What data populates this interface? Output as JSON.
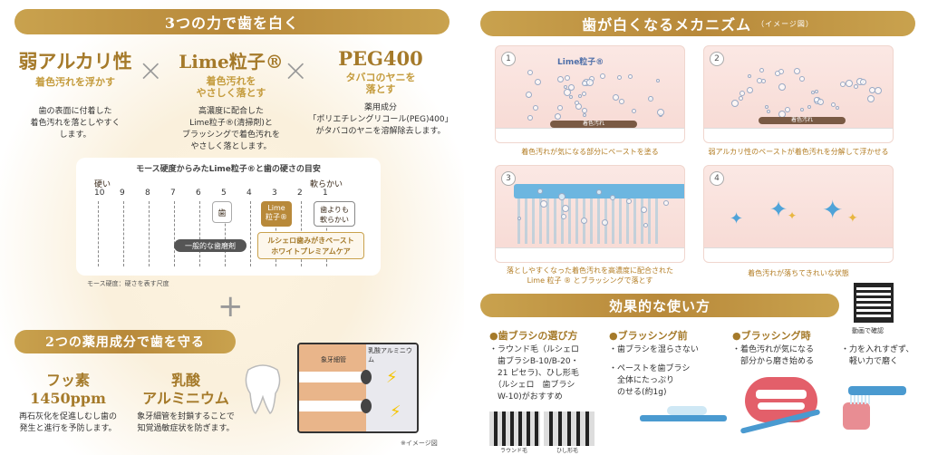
{
  "left": {
    "section1_title": "3つの力で歯を白く",
    "features": [
      {
        "title": "弱アルカリ性",
        "sub": "着色汚れを浮かす",
        "body": [
          "歯の表面に付着した",
          "着色汚れを落としやすく",
          "します。"
        ]
      },
      {
        "title": "Lime粒子®",
        "sub": "着色汚れを\nやさしく落とす",
        "body": [
          "高濃度に配合した",
          "Lime粒子®(清掃剤)と",
          "ブラッシングで着色汚れを",
          "やさしく落とします。"
        ]
      },
      {
        "title": "PEG400",
        "sub": "タバコのヤニを\n落とす",
        "body": [
          "薬用成分",
          "「ポリエチレングリコール(PEG)400」",
          "がタバコのヤニを溶解除去します。"
        ]
      }
    ],
    "times_symbol": "×",
    "mohs": {
      "title": "モース硬度からみたLime粒子®と歯の硬さの目安",
      "hard_label": "硬い",
      "soft_label": "軟らかい",
      "ticks": [
        "10",
        "9",
        "8",
        "7",
        "6",
        "5",
        "4",
        "3",
        "2",
        "1"
      ],
      "tooth_label": "歯",
      "lime_label": "Lime\n粒子®",
      "soft_box": "歯よりも\n軟らかい",
      "general_label": "一般的な歯磨剤",
      "product_label": "ルシェロ歯みがきペースト\nホワイトプレミアムケア",
      "footnote": "モース硬度：硬さを表す尺度"
    },
    "plus_symbol": "+",
    "section2_title": "2つの薬用成分で歯を守る",
    "ingredients": [
      {
        "title": "フッ素\n1450ppm",
        "body": [
          "再石灰化を促進しむし歯の",
          "発生と進行を予防します。"
        ]
      },
      {
        "title": "乳酸\nアルミニウム",
        "body": [
          "象牙細管を封鎖することで",
          "知覚過敏症状を防ぎます。"
        ]
      }
    ],
    "diagram": {
      "dentin_label": "象牙細管",
      "al_label": "乳酸アルミニウム",
      "note": "※イメージ図"
    }
  },
  "right": {
    "section1_title": "歯が白くなるメカニズム",
    "section1_note": "（イメージ図）",
    "panels": [
      {
        "num": "1",
        "caption": "着色汚れが気になる部分にペーストを塗る",
        "label": "Lime粒子®",
        "stain": "着色汚れ"
      },
      {
        "num": "2",
        "caption": "弱アルカリ性のペーストが着色汚れを分解して浮かせる",
        "stain": "着色汚れ"
      },
      {
        "num": "3",
        "caption": "落としやすくなった着色汚れを高濃度に配合された\nLime 粒子 ® とブラッシングで落とす"
      },
      {
        "num": "4",
        "caption": "着色汚れが落ちてきれいな状態"
      }
    ],
    "section2_title": "効果的な使い方",
    "qr_label": "動画で確認",
    "usage": [
      {
        "head": "●歯ブラシの選び方",
        "lines": [
          "・ラウンド毛（ルシェロ",
          "　歯ブラシB-10/B-20・",
          "　21 ピセラ)、ひし形毛",
          "　（ルシェロ　歯ブラシ",
          "　W-10)がおすすめ"
        ],
        "img_labels": [
          "ラウンド毛",
          "ひし形毛"
        ]
      },
      {
        "head": "●ブラッシング前",
        "lines": [
          "・歯ブラシを湿らさない",
          "",
          "・ペーストを歯ブラシ",
          "　全体にたっぷり",
          "　のせる(約1g)"
        ]
      },
      {
        "head": "●ブラッシング時",
        "lines": [
          "・着色汚れが気になる",
          "　部分から磨き始める"
        ]
      },
      {
        "head": "",
        "lines": [
          "・力を入れすぎず、",
          "　軽い力で磨く"
        ]
      }
    ]
  },
  "colors": {
    "gold": "#b8893a",
    "gold_text": "#a57a2a",
    "pink": "#f7d9d3",
    "blue": "#4a9ad0"
  }
}
